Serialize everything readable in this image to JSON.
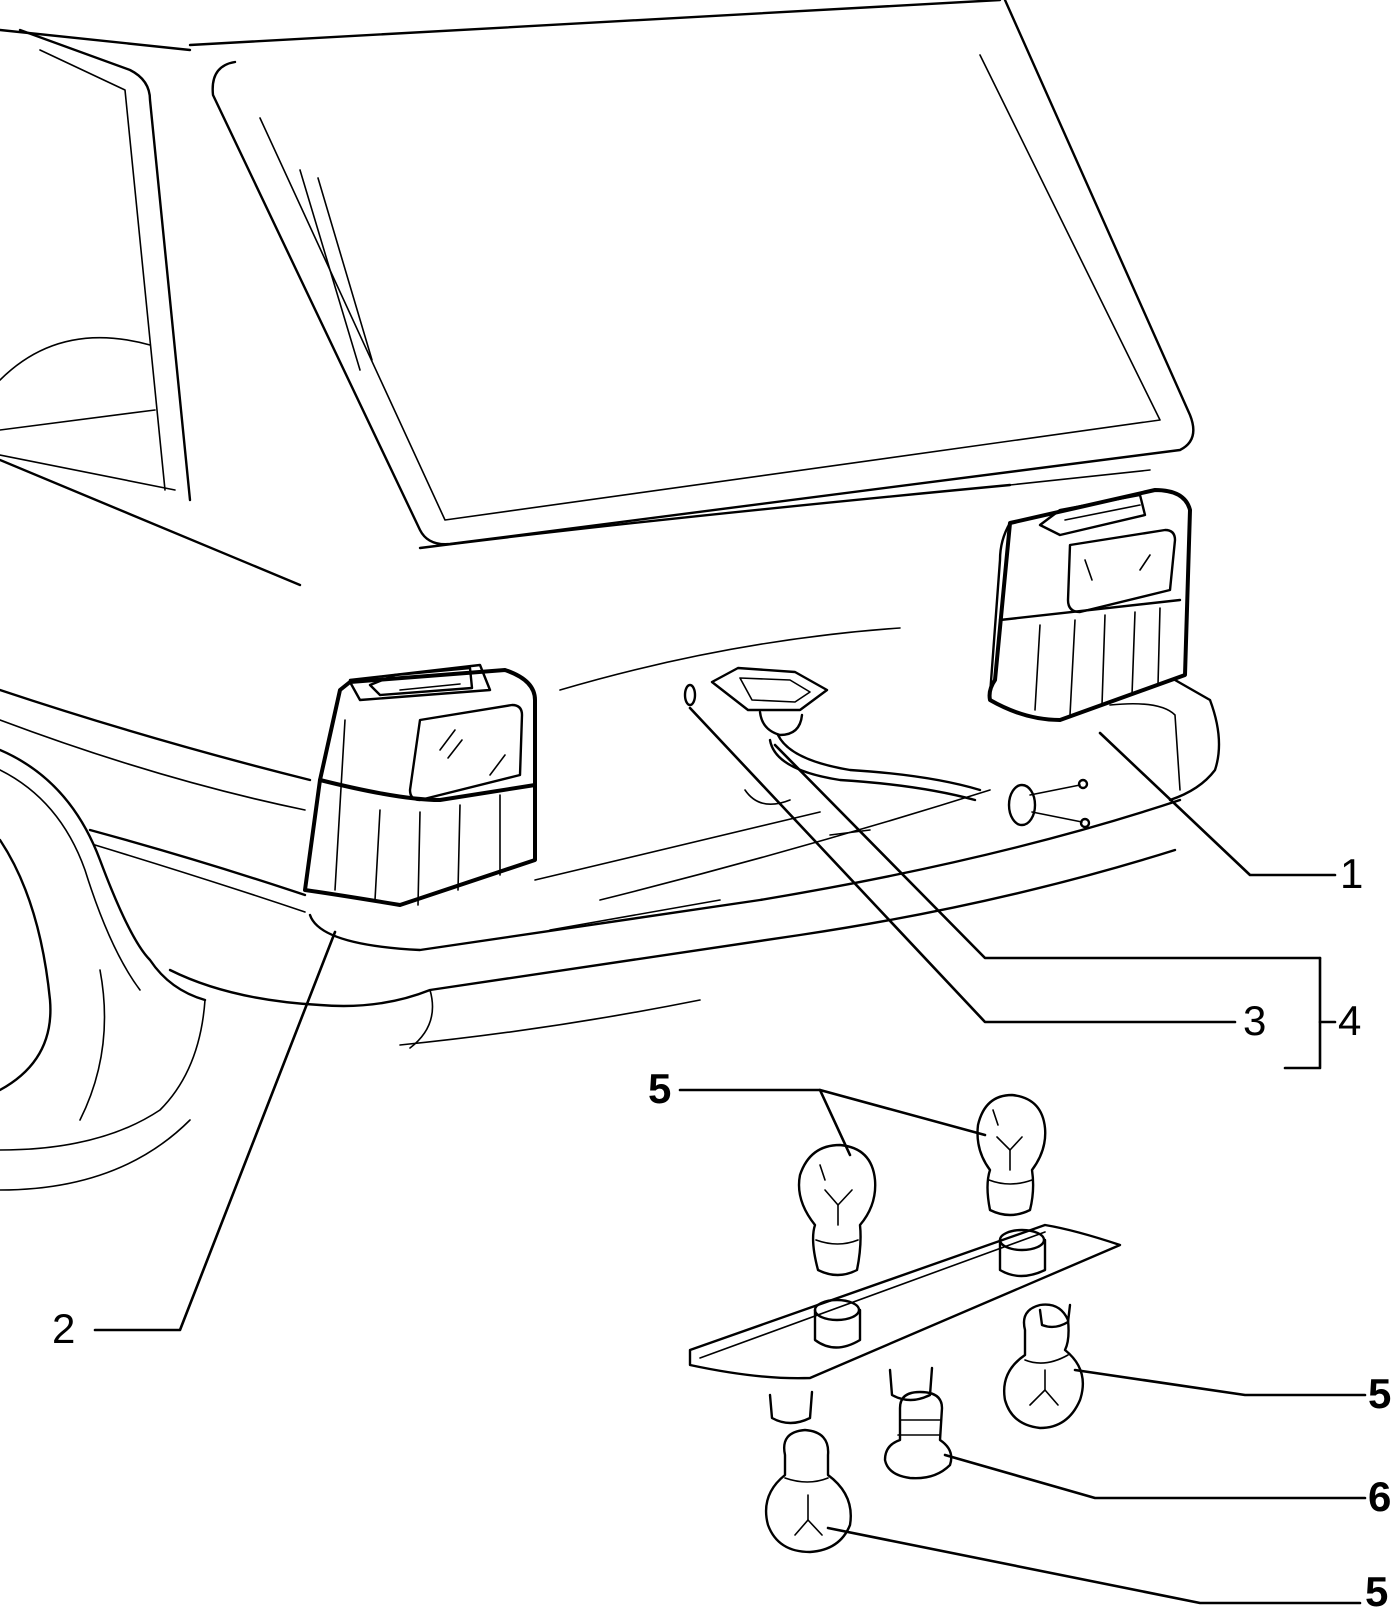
{
  "callouts": [
    {
      "id": "c1",
      "label": "1"
    },
    {
      "id": "c2",
      "label": "2"
    },
    {
      "id": "c3",
      "label": "3"
    },
    {
      "id": "c4",
      "label": "4"
    },
    {
      "id": "c5a",
      "label": "5"
    },
    {
      "id": "c5b",
      "label": "5"
    },
    {
      "id": "c6",
      "label": "6"
    },
    {
      "id": "c5c",
      "label": "5"
    }
  ]
}
